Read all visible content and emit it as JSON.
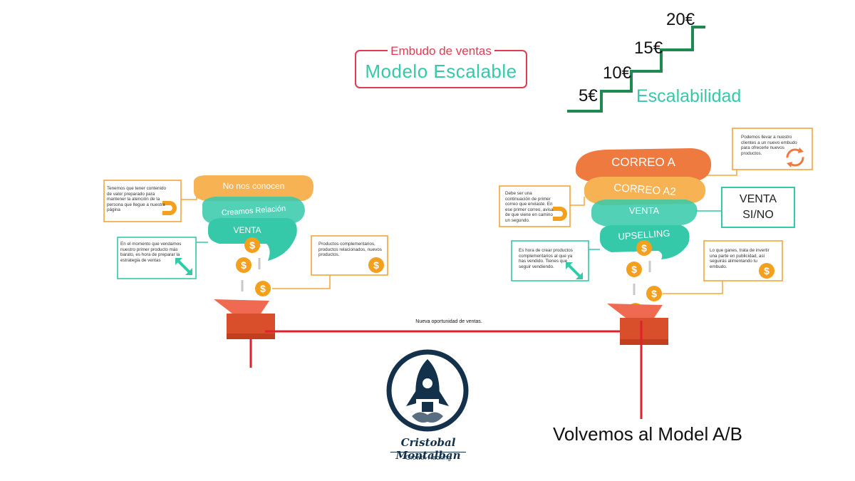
{
  "title": {
    "subtitle": "Embudo de ventas",
    "main": "Modelo Escalable"
  },
  "staircase": {
    "prices": [
      "5€",
      "10€",
      "15€",
      "20€"
    ],
    "label": "Escalabilidad",
    "color": "#1e8a52"
  },
  "left_funnel": {
    "layers": [
      "No nos conocen",
      "Creamos Relación",
      "VENTA"
    ],
    "notes": {
      "top": "Tenemos que tener contenido de valor preparado para mantener la atención de la persona que llegue a nuestra página",
      "middle": "En el momento que vendamos nuestro primer producto más barato, es hora de preparar la estrategia de ventas",
      "right": "Productos complementarios, productos relacionados, nuevos productos."
    }
  },
  "right_funnel": {
    "layers": [
      "CORREO A",
      "CORREO A2",
      "VENTA",
      "UPSELLING"
    ],
    "decision": [
      "VENTA",
      "SI/NO"
    ],
    "notes": {
      "top_right": "Podemos llevar a nuestro clientes a un nuevo embudo para ofrecerle nuevos productos.",
      "left": "Debe ser una continuación de primer correo que enviaste. En ese primer correo, avisa de que viene en camino un segundo.",
      "middle": "Es hora de crear productos complementarios al que ya has vendido. Tienes que seguir vendiendo.",
      "right": "Lo que ganes, trata de invertir una parte en publicidad, así seguirás alimentando tu embudo."
    }
  },
  "connector_label": "Nueva oportunidad de ventas.",
  "footer_label": "Volvemos al Model A/B",
  "logo": {
    "name": "Cristobal Montalban",
    "tagline": "Growth Hacking"
  },
  "colors": {
    "orange_light": "#f6b253",
    "orange_dark": "#ef7a3f",
    "teal": "#35c9a9",
    "red": "#e0202b",
    "box_orange": "#f5a53a",
    "coin": "#f3a01f",
    "logo_navy": "#13314a"
  }
}
